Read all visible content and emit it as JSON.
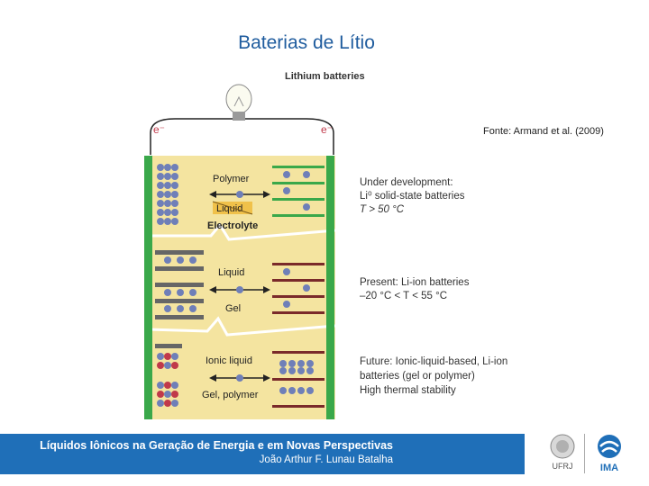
{
  "slide": {
    "title": "Baterias de Lítio",
    "source": "Fonte: Armand et al. (2009)"
  },
  "figure": {
    "heading": "Lithium  batteries",
    "electron_left": "e⁻",
    "electron_right": "e⁻",
    "panel_top": {
      "label_polymer": "Polymer",
      "label_liquid": "Liquid",
      "label_electrolyte": "Electrolyte",
      "desc_line1": "Under development:",
      "desc_line2": "Li⁰ solid-state batteries",
      "desc_line3": "T > 50 °C"
    },
    "panel_middle": {
      "label_liquid": "Liquid",
      "label_gel": "Gel",
      "desc_line1": "Present: Li-ion batteries",
      "desc_line2": "–20 °C < T < 55 °C"
    },
    "panel_bottom": {
      "label_ionic": "Ionic liquid",
      "label_gel_polymer": "Gel, polymer",
      "desc_line1": "Future: Ionic-liquid-based, Li-ion",
      "desc_line2": "batteries (gel or polymer)",
      "desc_line3": "High thermal stability"
    },
    "colors": {
      "electrolyte_fill": "#f4e4a0",
      "electrode_green": "#3aa84a",
      "ion_blue": "#6f7fb8",
      "ion_red": "#c0394a",
      "lattice_dark": "#7a2a2a"
    }
  },
  "footer": {
    "main": "Líquidos Iônicos na Geração de Energia e em Novas Perspectivas",
    "author": "João Arthur F. Lunau Batalha",
    "logo_left_text": "UFRJ",
    "logo_right_text": "IMA"
  }
}
